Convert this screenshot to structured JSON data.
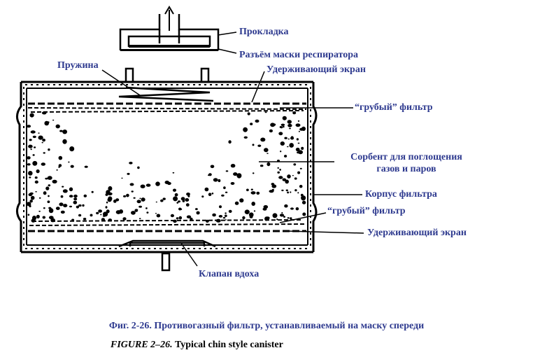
{
  "labels": {
    "gasket": "Прокладка",
    "mask_connector": "Разъём маски респиратора",
    "spring": "Пружина",
    "retaining_screen_top": "Удерживающий экран",
    "coarse_filter_top": "“грубый” фильтр",
    "sorbent_line1": "Сорбент для поглощения",
    "sorbent_line2": "газов и паров",
    "filter_body": "Корпус фильтра",
    "coarse_filter_bottom": "“грубый” фильтр",
    "retaining_screen_bottom": "Удерживающий экран",
    "inhalation_valve": "Клапан вдоха"
  },
  "caption": {
    "ru": "Фиг. 2-26. Противогазный фильтр, устанавливаемый на маску спереди",
    "en_prefix": "FIGURE 2–26.",
    "en_text": "Typical chin style canister"
  },
  "colors": {
    "label": "#2e3a8f",
    "ink": "#000000"
  }
}
